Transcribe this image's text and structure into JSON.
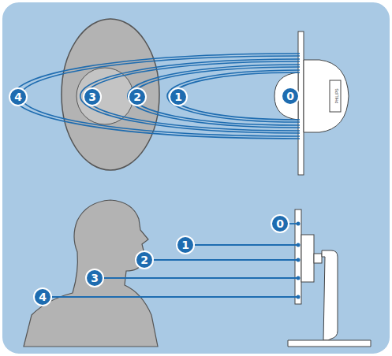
{
  "diagram": {
    "labels": [
      "4",
      "3",
      "2",
      "1",
      "0",
      "PHILIPS",
      "0",
      "1",
      "2",
      "3",
      "4"
    ]
  }
}
